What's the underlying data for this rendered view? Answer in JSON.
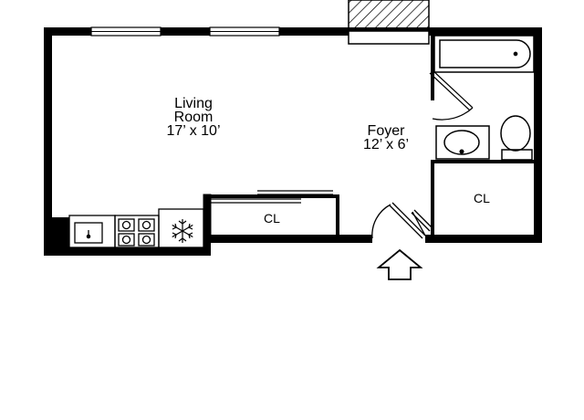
{
  "rooms": {
    "living_room": {
      "name_line1": "Living",
      "name_line2": "Room",
      "size": "17’ x 10’"
    },
    "foyer": {
      "name": "Foyer",
      "size": "12’ x 6’"
    }
  },
  "closets": {
    "main": "CL",
    "bath_side": "CL"
  },
  "icons": {
    "entry": "up-arrow-icon",
    "fridge": "snowflake-icon"
  },
  "colors": {
    "wall": "#000000",
    "background": "#ffffff"
  }
}
